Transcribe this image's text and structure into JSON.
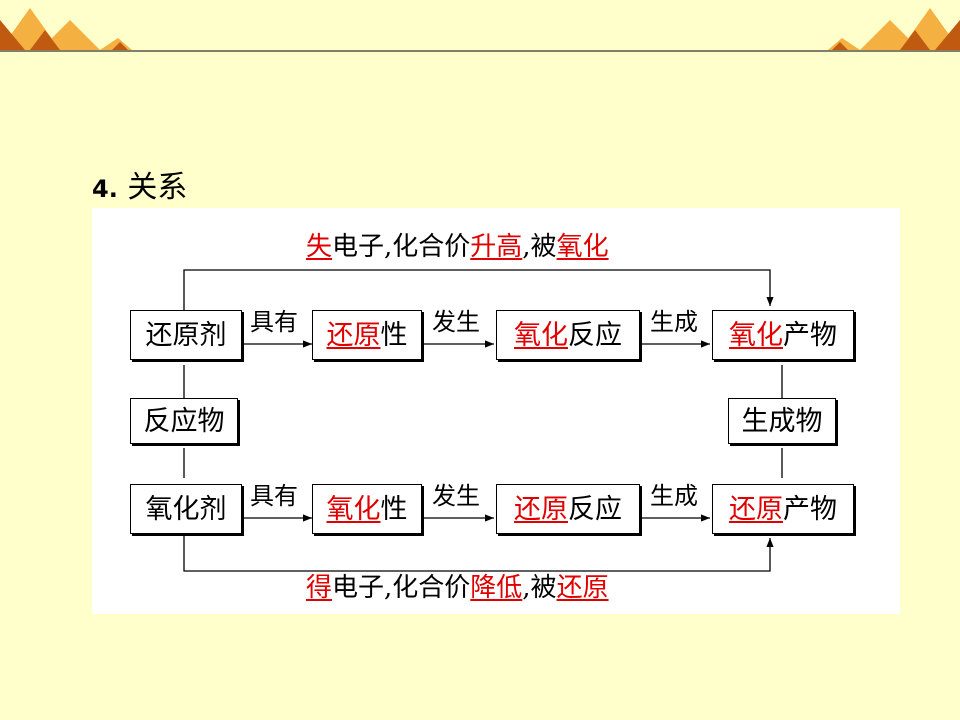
{
  "heading": {
    "number": "4.",
    "title": "关系"
  },
  "top_caption": [
    {
      "t": "失",
      "red": true
    },
    {
      "t": "电子,化合价",
      "red": false
    },
    {
      "t": "升高",
      "red": true
    },
    {
      "t": ",被",
      "red": false
    },
    {
      "t": "氧化",
      "red": true
    }
  ],
  "bottom_caption": [
    {
      "t": "得",
      "red": true
    },
    {
      "t": "电子,化合价",
      "red": false
    },
    {
      "t": "降低",
      "red": true
    },
    {
      "t": ",被",
      "red": false
    },
    {
      "t": "还原",
      "red": true
    }
  ],
  "boxes": {
    "reductant": [
      {
        "t": "还原剂",
        "red": false
      }
    ],
    "reducibility": [
      {
        "t": "还原",
        "red": true
      },
      {
        "t": "性",
        "red": false
      }
    ],
    "oxidation_reaction": [
      {
        "t": "氧化",
        "red": true
      },
      {
        "t": "反应",
        "red": false
      }
    ],
    "oxidation_product": [
      {
        "t": "氧化",
        "red": true
      },
      {
        "t": "产物",
        "red": false
      }
    ],
    "reactants": [
      {
        "t": "反应物",
        "red": false
      }
    ],
    "products": [
      {
        "t": "生成物",
        "red": false
      }
    ],
    "oxidant": [
      {
        "t": "氧化剂",
        "red": false
      }
    ],
    "oxidizability": [
      {
        "t": "氧化",
        "red": true
      },
      {
        "t": "性",
        "red": false
      }
    ],
    "reduction_reaction": [
      {
        "t": "还原",
        "red": true
      },
      {
        "t": "反应",
        "red": false
      }
    ],
    "reduction_product": [
      {
        "t": "还原",
        "red": true
      },
      {
        "t": "产物",
        "red": false
      }
    ]
  },
  "arrow_labels": {
    "have": "具有",
    "undergo": "发生",
    "produce": "生成"
  },
  "colors": {
    "background": "#ffffcc",
    "highlight": "#e00000",
    "deco_light": "#f4b040",
    "deco_dark": "#c05a10"
  }
}
